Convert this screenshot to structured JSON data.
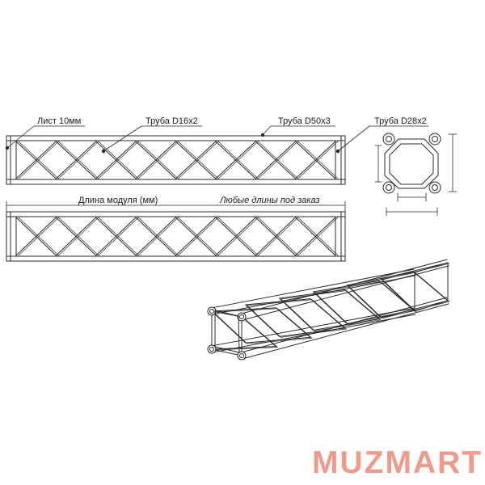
{
  "labels": {
    "sheet": "Лист 10мм",
    "tube_brace": "Труба D16x2",
    "tube_chord": "Труба D50x3",
    "tube_corner": "Труба D28x2",
    "module_length": "Длина модуля (мм)",
    "any_length": "Любые длины под заказ"
  },
  "brand": {
    "name": "MUZMART",
    "color": "#f29a8a"
  },
  "colors": {
    "line": "#2a2a2a"
  }
}
